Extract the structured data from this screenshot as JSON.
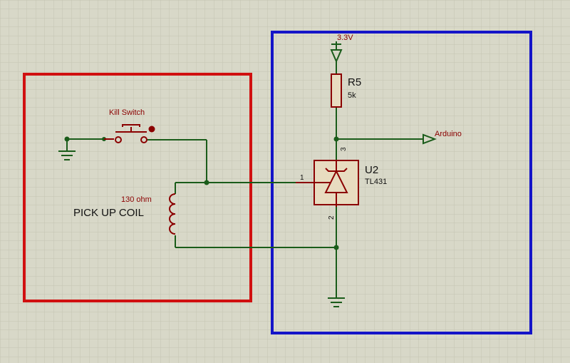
{
  "labels": {
    "supply": "3.3V",
    "resistor_ref": "R5",
    "resistor_value": "5k",
    "output_net": "Arduino",
    "ic_ref": "U2",
    "ic_part": "TL431",
    "pin_ref": "1",
    "pin_cathode": "3",
    "pin_anode": "2",
    "switch_name": "Kill Switch",
    "coil_value": "130 ohm",
    "coil_name": "PICK UP COIL"
  },
  "colors": {
    "background": "#d8d8c8",
    "grid": "#c4c4b2",
    "wire": "#1a5c1a",
    "component": "#8b0000",
    "red_box": "#d01010",
    "blue_box": "#1414c8",
    "junction": "#1a5c1a"
  }
}
